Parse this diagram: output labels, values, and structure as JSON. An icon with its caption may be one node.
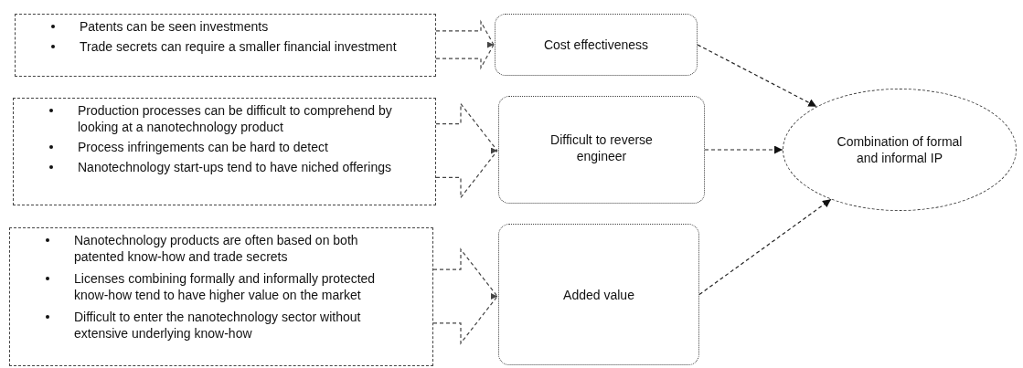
{
  "diagram": {
    "nodes": [
      {
        "text": [
          "Patents can be seen investments",
          "Trade secrets can require a smaller financial investment"
        ]
      },
      {
        "text": [
          "Production processes can be difficult to comprehend by looking at a nanotechnology product",
          "Process infringements can be hard to detect",
          "Nanotechnology start-ups tend to have niched offerings"
        ]
      },
      {
        "text": [
          "Nanotechnology products are often based on both patented know-how and trade secrets",
          "Licenses combining formally and informally protected know-how tend to have higher value on the market",
          "Difficult to enter the nanotechnology sector without extensive underlying know-how"
        ]
      },
      {
        "text": [
          "Cost effectiveness"
        ]
      },
      {
        "text": [
          "Difficult to reverse engineer"
        ]
      },
      {
        "text": [
          "Added value"
        ]
      },
      {
        "text": [
          "Combination of formal and informal IP"
        ]
      }
    ],
    "edges": [
      {
        "from": 0,
        "to": 3,
        "arrow": "to",
        "style": "dashed"
      },
      {
        "from": 1,
        "to": 4,
        "arrow": "to",
        "style": "dashed"
      },
      {
        "from": 2,
        "to": 5,
        "arrow": "to",
        "style": "dashed"
      },
      {
        "from": 3,
        "to": 6,
        "arrow": "to",
        "style": "dashed"
      },
      {
        "from": 4,
        "to": 6,
        "arrow": "to",
        "style": "dashed"
      },
      {
        "from": 5,
        "to": 6,
        "arrow": "to",
        "style": "dashed"
      }
    ]
  }
}
